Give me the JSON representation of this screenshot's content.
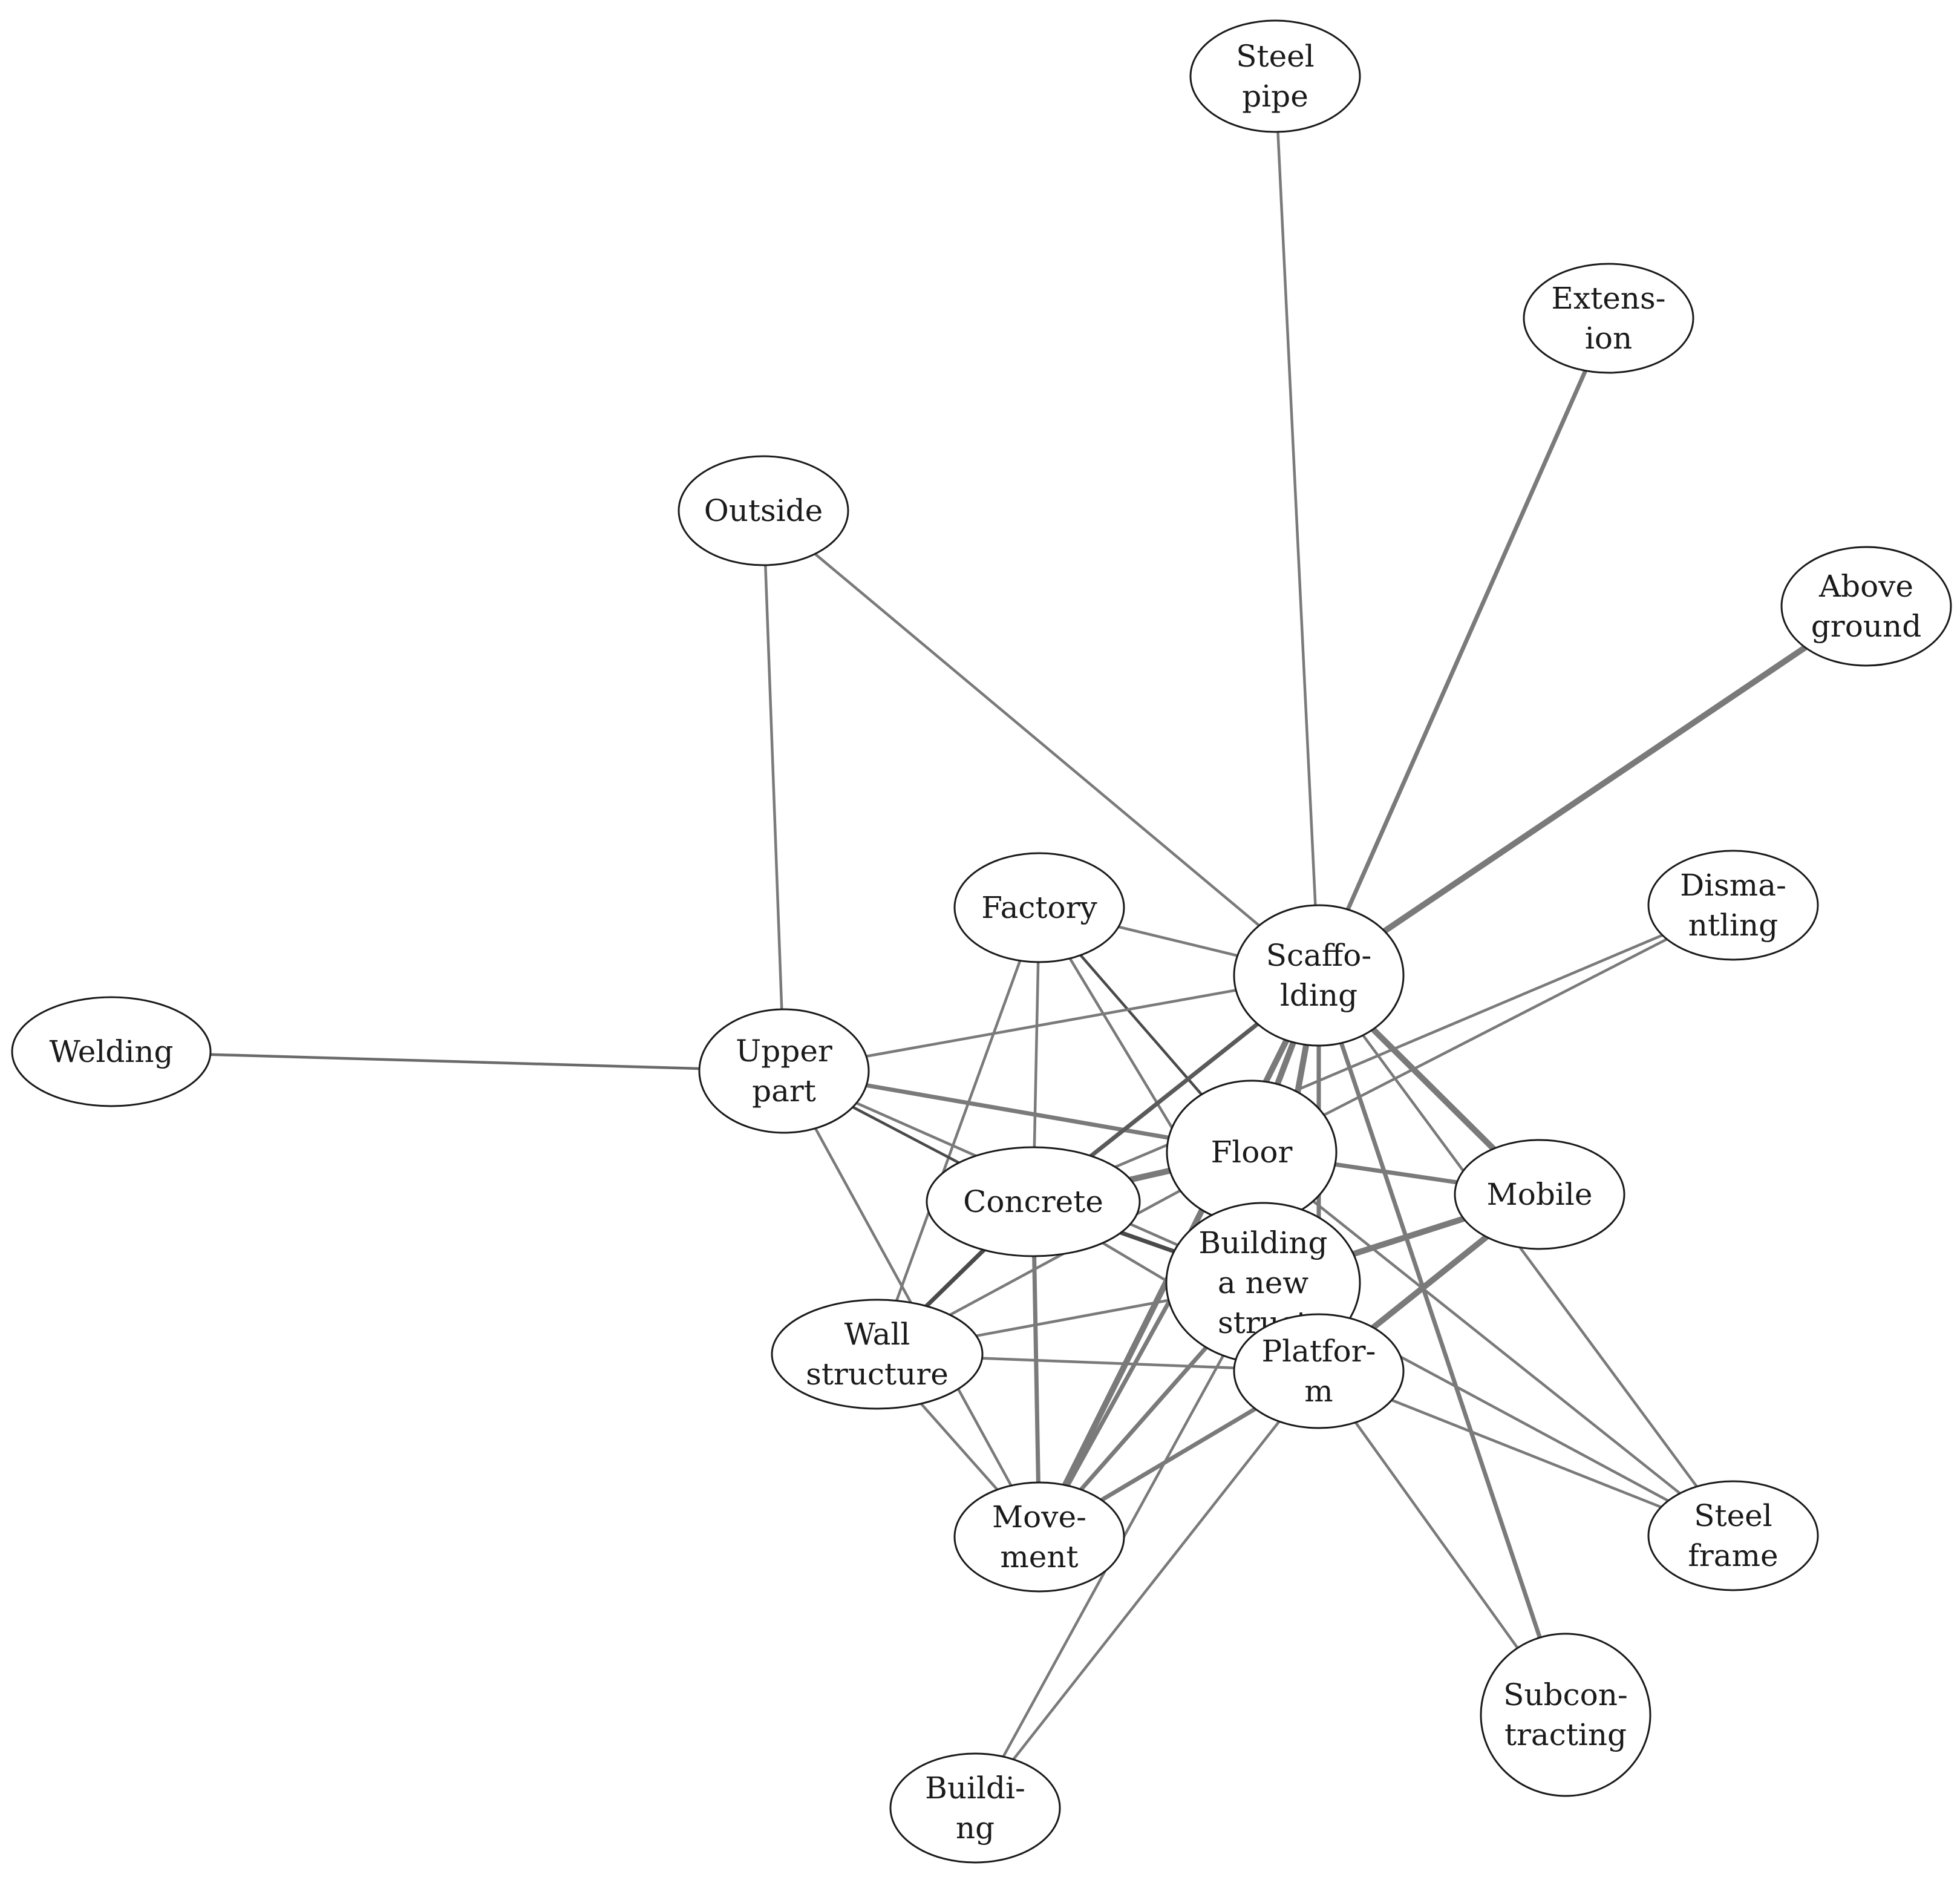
{
  "nodes": [
    {
      "id": "steel_pipe",
      "lines": [
        "Steel",
        "pipe"
      ]
    },
    {
      "id": "extension",
      "lines": [
        "Extens-",
        "ion"
      ]
    },
    {
      "id": "outside",
      "lines": [
        "Outside"
      ]
    },
    {
      "id": "above_ground",
      "lines": [
        "Above",
        "ground"
      ]
    },
    {
      "id": "factory",
      "lines": [
        "Factory"
      ]
    },
    {
      "id": "dismantling",
      "lines": [
        "Disma-",
        "ntling"
      ]
    },
    {
      "id": "scaffolding",
      "lines": [
        "Scaffo-",
        "lding"
      ]
    },
    {
      "id": "welding",
      "lines": [
        "Welding"
      ]
    },
    {
      "id": "upper_part",
      "lines": [
        "Upper",
        "part"
      ]
    },
    {
      "id": "floor",
      "lines": [
        "Floor"
      ]
    },
    {
      "id": "concrete",
      "lines": [
        "Concrete"
      ]
    },
    {
      "id": "mobile",
      "lines": [
        "Mobile"
      ]
    },
    {
      "id": "building_new_structure",
      "lines": [
        "Building",
        "a new",
        "struct"
      ]
    },
    {
      "id": "wall_structure",
      "lines": [
        "Wall",
        "structure"
      ]
    },
    {
      "id": "platform",
      "lines": [
        "Platfor-",
        "m"
      ]
    },
    {
      "id": "movement",
      "lines": [
        "Move-",
        "ment"
      ]
    },
    {
      "id": "steel_frame",
      "lines": [
        "Steel",
        "frame"
      ]
    },
    {
      "id": "subcontracting",
      "lines": [
        "Subcon-",
        "tracting"
      ]
    },
    {
      "id": "building",
      "lines": [
        "Buildi-",
        "ng"
      ]
    }
  ],
  "edges": [
    {
      "source": "steel_pipe",
      "target": "scaffolding",
      "weight": 2,
      "tone": "#7a7a7a"
    },
    {
      "source": "extension",
      "target": "scaffolding",
      "weight": 3,
      "tone": "#7a7a7a"
    },
    {
      "source": "above_ground",
      "target": "scaffolding",
      "weight": 4,
      "tone": "#7a7a7a"
    },
    {
      "source": "outside",
      "target": "scaffolding",
      "weight": 2,
      "tone": "#7a7a7a"
    },
    {
      "source": "outside",
      "target": "upper_part",
      "weight": 2,
      "tone": "#7a7a7a"
    },
    {
      "source": "welding",
      "target": "upper_part",
      "weight": 2,
      "tone": "#6a6a6a"
    },
    {
      "source": "factory",
      "target": "scaffolding",
      "weight": 2,
      "tone": "#7a7a7a"
    },
    {
      "source": "factory",
      "target": "concrete",
      "weight": 2,
      "tone": "#7a7a7a"
    },
    {
      "source": "factory",
      "target": "floor",
      "weight": 2,
      "tone": "#4a4a4a"
    },
    {
      "source": "factory",
      "target": "wall_structure",
      "weight": 2,
      "tone": "#7a7a7a"
    },
    {
      "source": "factory",
      "target": "platform",
      "weight": 2,
      "tone": "#7a7a7a"
    },
    {
      "source": "upper_part",
      "target": "scaffolding",
      "weight": 2,
      "tone": "#7a7a7a"
    },
    {
      "source": "upper_part",
      "target": "floor",
      "weight": 3,
      "tone": "#7a7a7a"
    },
    {
      "source": "upper_part",
      "target": "concrete",
      "weight": 2,
      "tone": "#4a4a4a"
    },
    {
      "source": "upper_part",
      "target": "building_new_structure",
      "weight": 2,
      "tone": "#7a7a7a"
    },
    {
      "source": "upper_part",
      "target": "movement",
      "weight": 2,
      "tone": "#7a7a7a"
    },
    {
      "source": "scaffolding",
      "target": "floor",
      "weight": 4,
      "tone": "#7a7a7a"
    },
    {
      "source": "scaffolding",
      "target": "concrete",
      "weight": 3,
      "tone": "#5a5a5a"
    },
    {
      "source": "scaffolding",
      "target": "mobile",
      "weight": 4,
      "tone": "#7a7a7a"
    },
    {
      "source": "scaffolding",
      "target": "building_new_structure",
      "weight": 4,
      "tone": "#7a7a7a"
    },
    {
      "source": "scaffolding",
      "target": "platform",
      "weight": 3,
      "tone": "#7a7a7a"
    },
    {
      "source": "scaffolding",
      "target": "movement",
      "weight": 4,
      "tone": "#7a7a7a"
    },
    {
      "source": "scaffolding",
      "target": "subcontracting",
      "weight": 3,
      "tone": "#7a7a7a"
    },
    {
      "source": "scaffolding",
      "target": "steel_frame",
      "weight": 2,
      "tone": "#7a7a7a"
    },
    {
      "source": "dismantling",
      "target": "floor",
      "weight": 2,
      "tone": "#7a7a7a"
    },
    {
      "source": "dismantling",
      "target": "concrete",
      "weight": 2,
      "tone": "#7a7a7a"
    },
    {
      "source": "floor",
      "target": "mobile",
      "weight": 3,
      "tone": "#7a7a7a"
    },
    {
      "source": "floor",
      "target": "concrete",
      "weight": 4,
      "tone": "#7a7a7a"
    },
    {
      "source": "floor",
      "target": "wall_structure",
      "weight": 2,
      "tone": "#7a7a7a"
    },
    {
      "source": "floor",
      "target": "movement",
      "weight": 3,
      "tone": "#7a7a7a"
    },
    {
      "source": "floor",
      "target": "steel_frame",
      "weight": 2,
      "tone": "#7a7a7a"
    },
    {
      "source": "concrete",
      "target": "building_new_structure",
      "weight": 3,
      "tone": "#4a4a4a"
    },
    {
      "source": "concrete",
      "target": "wall_structure",
      "weight": 3,
      "tone": "#4a4a4a"
    },
    {
      "source": "concrete",
      "target": "movement",
      "weight": 3,
      "tone": "#7a7a7a"
    },
    {
      "source": "concrete",
      "target": "platform",
      "weight": 2,
      "tone": "#7a7a7a"
    },
    {
      "source": "mobile",
      "target": "building_new_structure",
      "weight": 4,
      "tone": "#7a7a7a"
    },
    {
      "source": "mobile",
      "target": "platform",
      "weight": 4,
      "tone": "#7a7a7a"
    },
    {
      "source": "building_new_structure",
      "target": "wall_structure",
      "weight": 2,
      "tone": "#7a7a7a"
    },
    {
      "source": "building_new_structure",
      "target": "movement",
      "weight": 3,
      "tone": "#7a7a7a"
    },
    {
      "source": "building_new_structure",
      "target": "steel_frame",
      "weight": 2,
      "tone": "#7a7a7a"
    },
    {
      "source": "building_new_structure",
      "target": "building",
      "weight": 2,
      "tone": "#7a7a7a"
    },
    {
      "source": "wall_structure",
      "target": "platform",
      "weight": 2,
      "tone": "#7a7a7a"
    },
    {
      "source": "wall_structure",
      "target": "movement",
      "weight": 2,
      "tone": "#7a7a7a"
    },
    {
      "source": "platform",
      "target": "movement",
      "weight": 3,
      "tone": "#7a7a7a"
    },
    {
      "source": "platform",
      "target": "steel_frame",
      "weight": 2,
      "tone": "#7a7a7a"
    },
    {
      "source": "platform",
      "target": "subcontracting",
      "weight": 2,
      "tone": "#7a7a7a"
    },
    {
      "source": "platform",
      "target": "building",
      "weight": 2,
      "tone": "#7a7a7a"
    }
  ]
}
